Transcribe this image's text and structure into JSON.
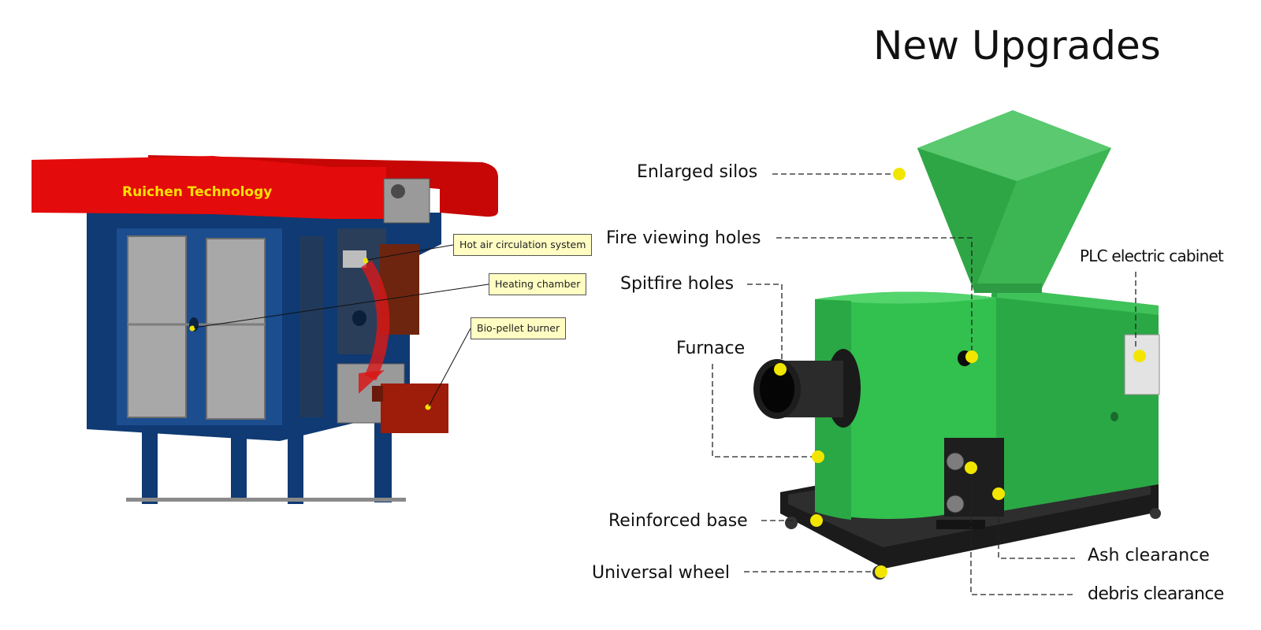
{
  "title": "New Upgrades",
  "left_machine": {
    "brand_text": "Ruichen Technology",
    "callouts": [
      "Hot air circulation system",
      "Heating chamber",
      "Bio-pellet burner"
    ]
  },
  "right_machine": {
    "labels": {
      "enlarged_silos": "Enlarged silos",
      "fire_viewing_holes": "Fire viewing holes",
      "spitfire_holes": "Spitfire holes",
      "furnace": "Furnace",
      "reinforced_base": "Reinforced base",
      "universal_wheel": "Universal wheel",
      "plc_cabinet": "PLC electric cabinet",
      "ash_clearance": "Ash clearance",
      "debris_clearance": "debris clearance"
    }
  },
  "colors": {
    "machine_green": "#2db84a",
    "frame_blue": "#0f3a73",
    "roof_red": "#e30b0b",
    "marker_yellow": "#f2e600",
    "callout_fill": "#fffdc2"
  }
}
